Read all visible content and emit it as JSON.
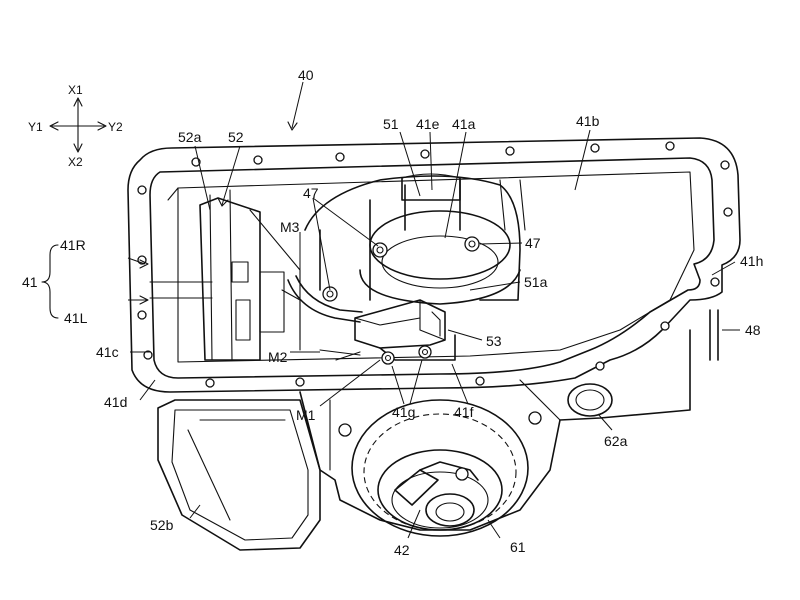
{
  "axes": {
    "up": "X1",
    "down": "X2",
    "left": "Y1",
    "right": "Y2"
  },
  "labels": {
    "l40": "40",
    "l52a": "52a",
    "l52": "52",
    "l51": "51",
    "l41e": "41e",
    "l41a": "41a",
    "l41b": "41b",
    "l47_top": "47",
    "l47_right": "47",
    "lM3": "M3",
    "l41R": "41R",
    "l41": "41",
    "l41L": "41L",
    "l41h": "41h",
    "l51a": "51a",
    "l48": "48",
    "l53": "53",
    "l41c": "41c",
    "lM2": "M2",
    "l41d": "41d",
    "lM1": "M1",
    "l41g": "41g",
    "l41f": "41f",
    "l62a": "62a",
    "l52b": "52b",
    "l42": "42",
    "l61": "61"
  }
}
